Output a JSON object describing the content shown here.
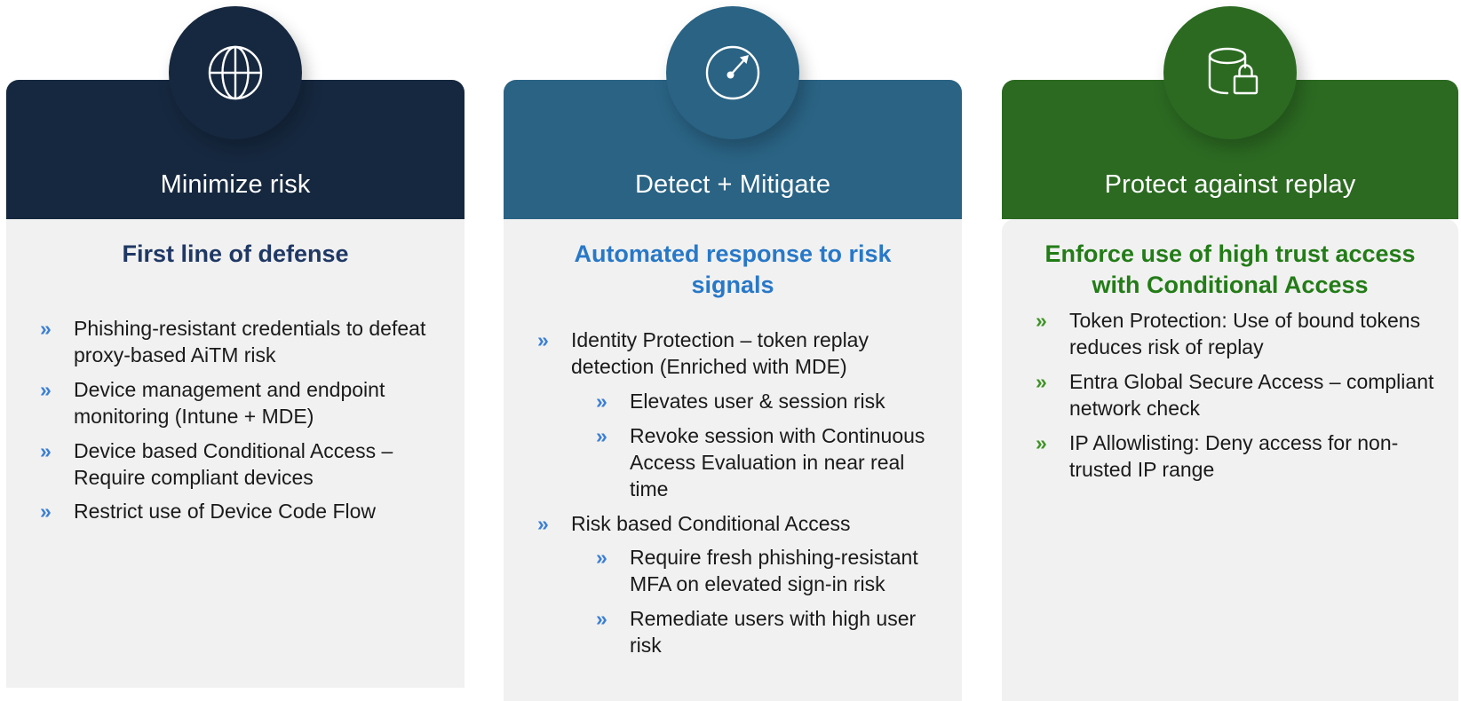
{
  "slide": {
    "background_color": "#ffffff",
    "panel_background": "#f1f1f1"
  },
  "columns": [
    {
      "id": "minimize-risk",
      "header_label": "Minimize risk",
      "header_color": "#16283f",
      "icon": "globe-icon",
      "body_title": "First line of defense",
      "body_title_color": "#1f3864",
      "bullet_color": "#3a7fd5",
      "bullet_glyph": "»",
      "bullets": [
        {
          "level": 1,
          "text": "Phishing-resistant credentials to defeat proxy-based AiTM risk"
        },
        {
          "level": 1,
          "text": "Device management and endpoint monitoring (Intune + MDE)"
        },
        {
          "level": 1,
          "text": "Device based Conditional Access – Require compliant devices"
        },
        {
          "level": 1,
          "text": "Restrict use of Device Code Flow"
        }
      ]
    },
    {
      "id": "detect-mitigate",
      "header_label": "Detect + Mitigate",
      "header_color": "#2a6384",
      "icon": "speedometer-icon",
      "body_title": "Automated response to risk signals",
      "body_title_color": "#2878c8",
      "bullet_color": "#3a7fd5",
      "bullet_glyph": "»",
      "bullets": [
        {
          "level": 1,
          "text": "Identity Protection – token replay detection (Enriched with MDE)"
        },
        {
          "level": 2,
          "text": "Elevates user & session risk"
        },
        {
          "level": 2,
          "text": "Revoke session with Continuous Access Evaluation in near real time"
        },
        {
          "level": 1,
          "text": "Risk based Conditional Access"
        },
        {
          "level": 2,
          "text": "Require fresh phishing-resistant MFA on elevated sign-in risk"
        },
        {
          "level": 2,
          "text": "Remediate users with high user risk"
        }
      ]
    },
    {
      "id": "protect-against-replay",
      "header_label": "Protect against replay",
      "header_color": "#2c6a22",
      "icon": "database-lock-icon",
      "body_title": "Enforce use of high trust access with Conditional Access",
      "body_title_color": "#237c17",
      "bullet_color": "#3f9426",
      "bullet_glyph": "»",
      "bullets": [
        {
          "level": 1,
          "text": "Token Protection:  Use of bound tokens reduces risk of replay"
        },
        {
          "level": 1,
          "text": "Entra Global Secure Access – compliant network check"
        },
        {
          "level": 1,
          "text": "IP Allowlisting: Deny access for non-trusted IP range"
        }
      ]
    }
  ]
}
